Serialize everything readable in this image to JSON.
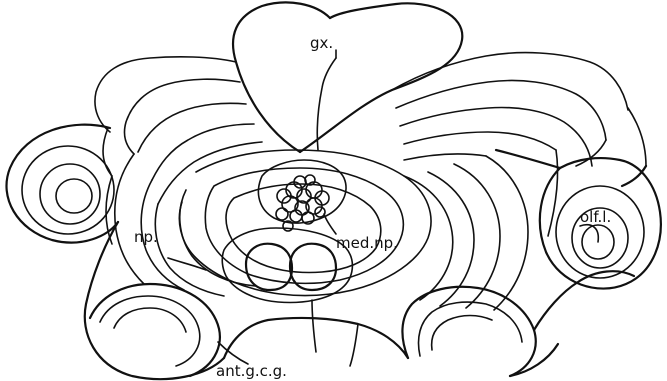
{
  "figure": {
    "labels": {
      "gx": "gx.",
      "np": "np.",
      "med_np": "med.np.",
      "olf_l": "olf.l.",
      "ant_gcg": "ant.g.c.g."
    }
  }
}
